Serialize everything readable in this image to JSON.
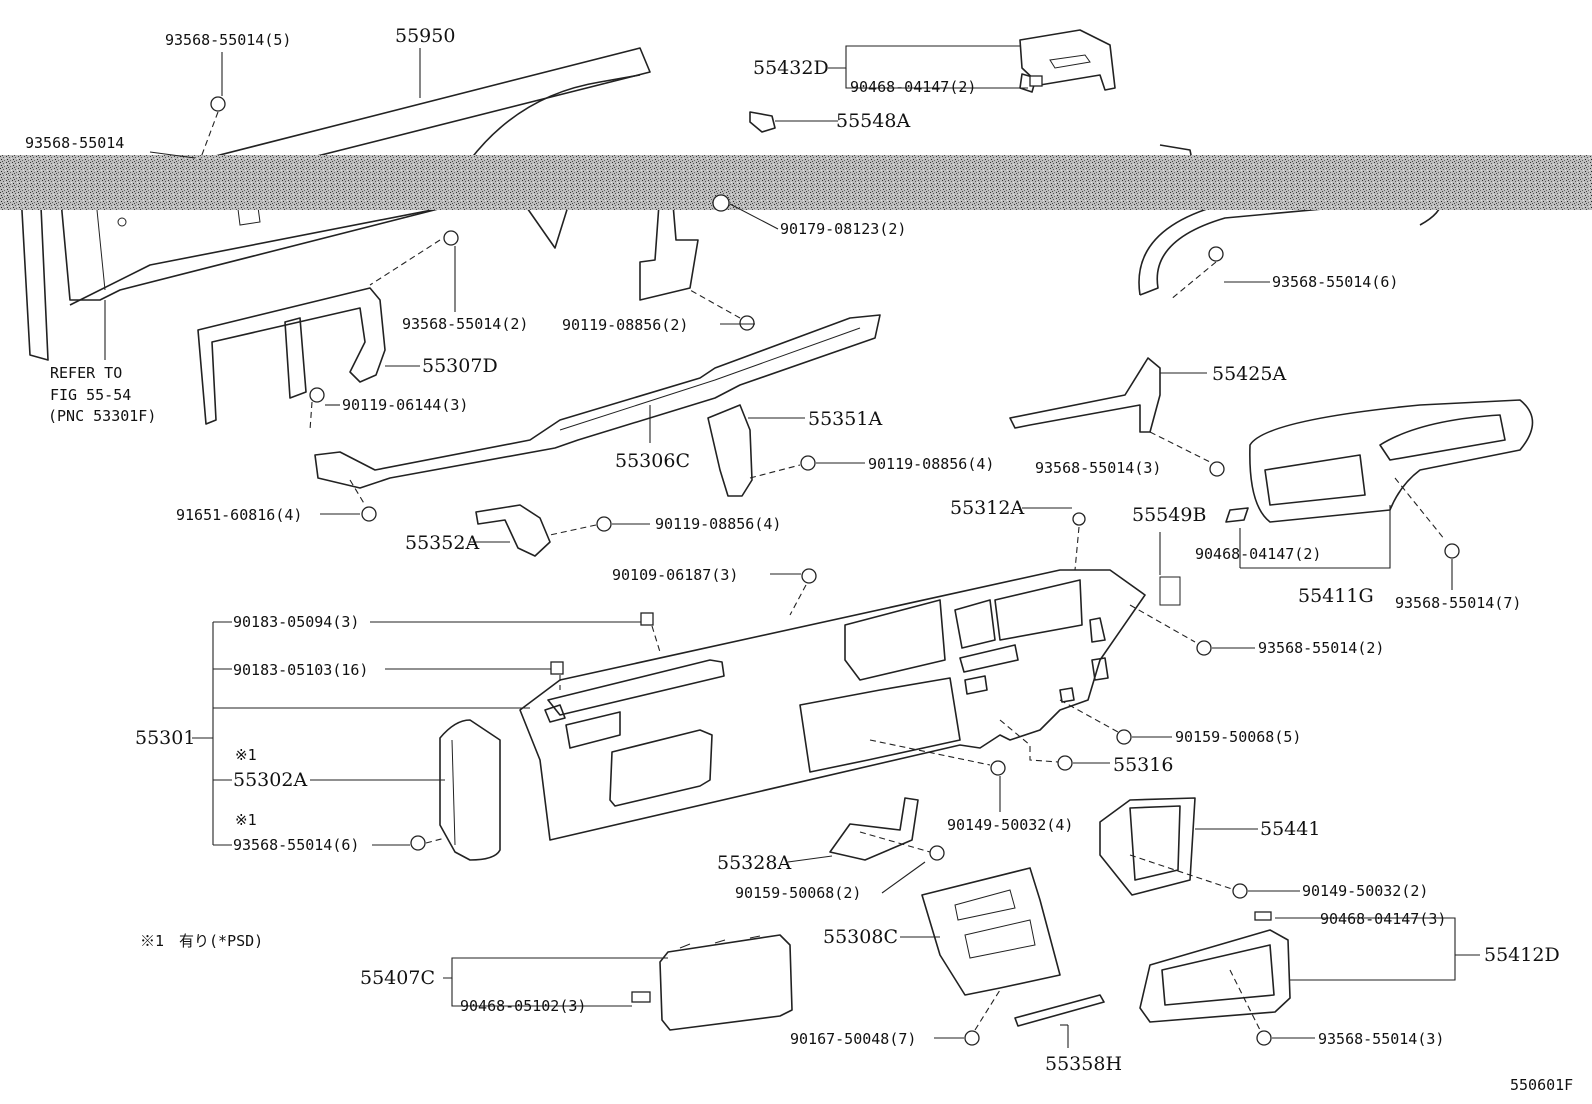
{
  "labels": {
    "p55950": "55950",
    "p93568_55014_5": "93568-55014(5)",
    "p93568_55014": "93568-55014",
    "p55432D": "55432D",
    "p90468_04147_2a": "90468-04147(2)",
    "p55548A": "55548A",
    "p90179_08123_2": "90179-08123(2)",
    "p93568_55014_6a": "93568-55014(6)",
    "p93568_55014_2a": "93568-55014(2)",
    "p90119_08856_2": "90119-08856(2)",
    "p55307D": "55307D",
    "refer_line1": "REFER TO",
    "refer_line2": "FIG 55-54",
    "refer_line3": "(PNC 53301F)",
    "p90119_06144_3": "90119-06144(3)",
    "p55425A": "55425A",
    "p55351A": "55351A",
    "p55306C": "55306C",
    "p90119_08856_4a": "90119-08856(4)",
    "p93568_55014_3a": "93568-55014(3)",
    "p91651_60816_4": "91651-60816(4)",
    "p90119_08856_4b": "90119-08856(4)",
    "p55352A": "55352A",
    "p55312A": "55312A",
    "p55549B": "55549B",
    "p90468_04147_2b": "90468-04147(2)",
    "p55411G": "55411G",
    "p93568_55014_7": "93568-55014(7)",
    "p90109_06187_3": "90109-06187(3)",
    "p90183_05094_3": "90183-05094(3)",
    "p93568_55014_2b": "93568-55014(2)",
    "p90183_05103_16": "90183-05103(16)",
    "p55301": "55301",
    "p90159_50068_5": "90159-50068(5)",
    "note_mark1": "※1",
    "p55302A": "55302A",
    "p55316": "55316",
    "note_mark2": "※1",
    "p93568_55014_6b": "93568-55014(6)",
    "p90149_50032_4": "90149-50032(4)",
    "p55441": "55441",
    "p55328A": "55328A",
    "p90159_50068_2": "90159-50068(2)",
    "p90149_50032_2": "90149-50032(2)",
    "p55308C": "55308C",
    "note_text": "※1　有り(*PSD)",
    "p90468_04147_3": "90468-04147(3)",
    "p55412D": "55412D",
    "p55407C": "55407C",
    "p90468_05102_3": "90468-05102(3)",
    "p90167_50048_7": "90167-50048(7)",
    "p93568_55014_3b": "93568-55014(3)",
    "p55358H": "55358H",
    "figure_code": "550601F"
  }
}
